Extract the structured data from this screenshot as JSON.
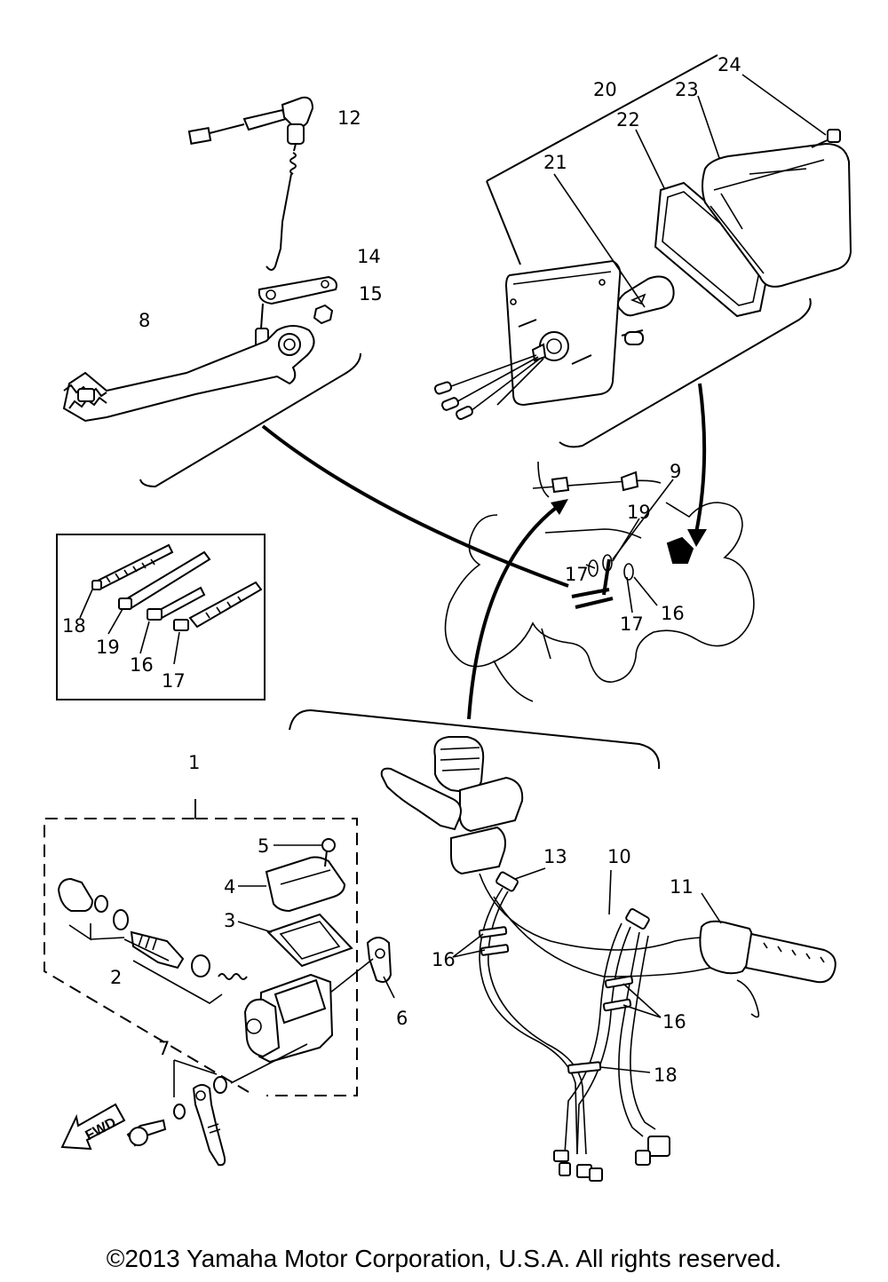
{
  "diagram": {
    "callouts": {
      "c1": "1",
      "c2": "2",
      "c3": "3",
      "c4": "4",
      "c5": "5",
      "c6": "6",
      "c7": "7",
      "c8": "8",
      "c9": "9",
      "c10": "10",
      "c11": "11",
      "c12": "12",
      "c13": "13",
      "c14": "14",
      "c15": "15",
      "c16a": "16",
      "c16b": "16",
      "c16c": "16",
      "c16d": "16",
      "c17a": "17",
      "c17b": "17",
      "c17c": "17",
      "c18a": "18",
      "c18b": "18",
      "c19a": "19",
      "c19b": "19",
      "c20": "20",
      "c21": "21",
      "c22": "22",
      "c23": "23",
      "c24": "24"
    },
    "fwd_label": "FWD"
  },
  "footer": {
    "copyright": "©2013 Yamaha Motor Corporation, U.S.A. All rights reserved."
  }
}
